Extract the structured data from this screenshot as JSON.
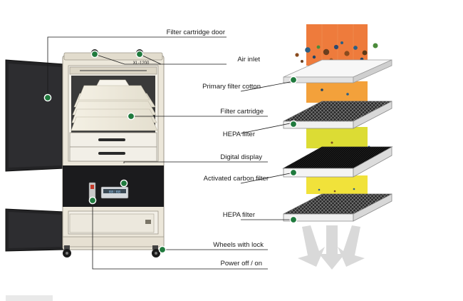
{
  "machine": {
    "model": "XL-1200",
    "display_digits": "88:88"
  },
  "labels": {
    "door": "Filter cartridge door",
    "air_inlet": "Air inlet",
    "primary_filter": "Primary filter cotton",
    "filter_cartridge": "Filter cartridge",
    "hepa_top": "HEPA filter",
    "digital_display": "Digital display",
    "carbon_filter": "Activated carbon filter",
    "hepa_bottom": "HEPA filter",
    "wheels": "Wheels with lock",
    "power": "Power off / on"
  },
  "colors": {
    "marker": "#1f7a3d",
    "cabinet": "#ece7da",
    "dark_panel": "#1b1b1d",
    "polluted_air": "#ee7b3c",
    "filtered_air": "#f3a13b",
    "carbon_air": "#dcdc34",
    "outflow_arrows": "#d9d9d9"
  }
}
